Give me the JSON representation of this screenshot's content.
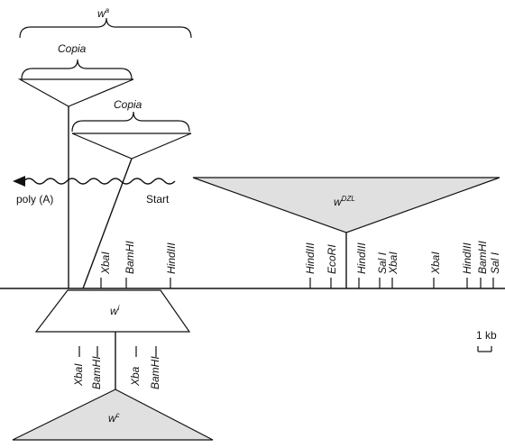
{
  "labels": {
    "wa_base": "w",
    "wa_sup": "a",
    "copia_1": "Copia",
    "copia_2": "Copia",
    "polya": "poly (A)",
    "start": "Start",
    "wdzl_base": "w",
    "wdzl_sup": "DZL",
    "wi_base": "w",
    "wi_sup": "i",
    "wc_base": "w",
    "wc_sup": "c",
    "scale": "1 kb"
  },
  "sites_above": [
    "XbaI",
    "BamHI",
    "HindIII",
    "HindIII",
    "EcoRI",
    "HindIII",
    "Sal I",
    "XbaI",
    "XbaI",
    "HindIII",
    "BamHI",
    "Sal I"
  ],
  "sites_below": [
    "XbaI",
    "BamHI",
    "Xba",
    "BamHI"
  ]
}
